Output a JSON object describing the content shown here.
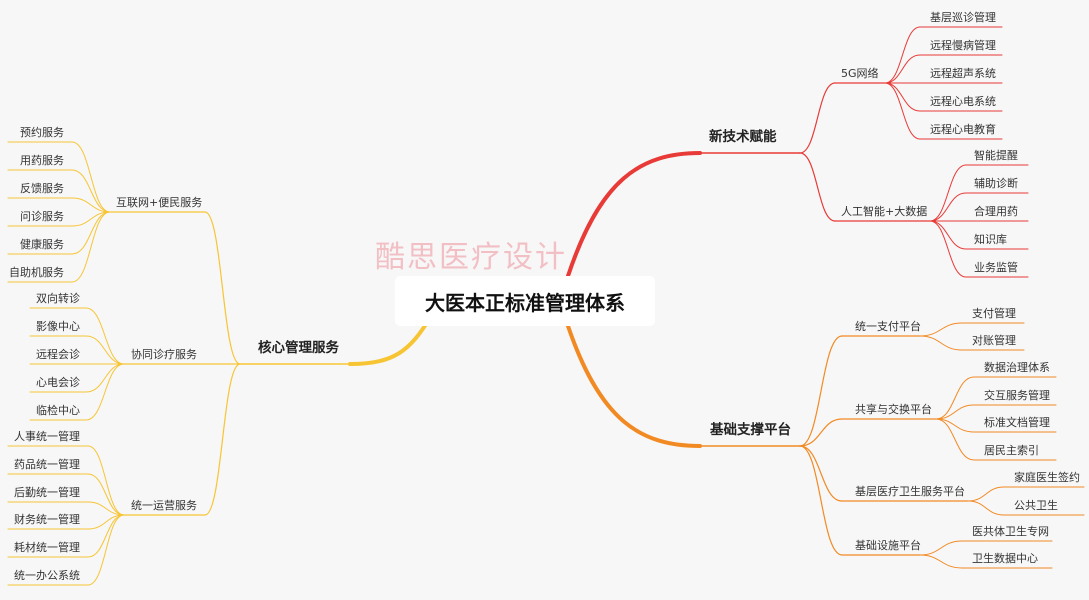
{
  "watermark": "酷思医疗设计",
  "root": {
    "label": "大医本正标准管理体系",
    "colors": {
      "red": "#e83a37",
      "orange": "#f28a24",
      "yellow": "#f7c534"
    }
  },
  "new_tech": {
    "label": "新技术赋能",
    "groups": [
      {
        "label": "5G网络",
        "items": [
          "基层巡诊管理",
          "远程慢病管理",
          "远程超声系统",
          "远程心电系统",
          "远程心电教育"
        ]
      },
      {
        "label": "人工智能+大数据",
        "items": [
          "智能提醒",
          "辅助诊断",
          "合理用药",
          "知识库",
          "业务监管"
        ]
      }
    ]
  },
  "infrastructure": {
    "label": "基础支撑平台",
    "groups": [
      {
        "label": "统一支付平台",
        "items": [
          "支付管理",
          "对账管理"
        ]
      },
      {
        "label": "共享与交换平台",
        "items": [
          "数据治理体系",
          "交互服务管理",
          "标准文档管理",
          "居民主索引"
        ]
      },
      {
        "label": "基层医疗卫生服务平台",
        "items": [
          "家庭医生签约",
          "公共卫生"
        ]
      },
      {
        "label": "基础设施平台",
        "items": [
          "医共体卫生专网",
          "卫生数据中心"
        ]
      }
    ]
  },
  "core": {
    "label": "核心管理服务",
    "groups": [
      {
        "label": "互联网+便民服务",
        "items": [
          "预约服务",
          "用药服务",
          "反馈服务",
          "问诊服务",
          "健康服务",
          "自助机服务"
        ]
      },
      {
        "label": "协同诊疗服务",
        "items": [
          "双向转诊",
          "影像中心",
          "远程会诊",
          "心电会诊",
          "临检中心"
        ]
      },
      {
        "label": "统一运营服务",
        "items": [
          "人事统一管理",
          "药品统一管理",
          "后勤统一管理",
          "财务统一管理",
          "耗材统一管理",
          "统一办公系统"
        ]
      }
    ]
  }
}
